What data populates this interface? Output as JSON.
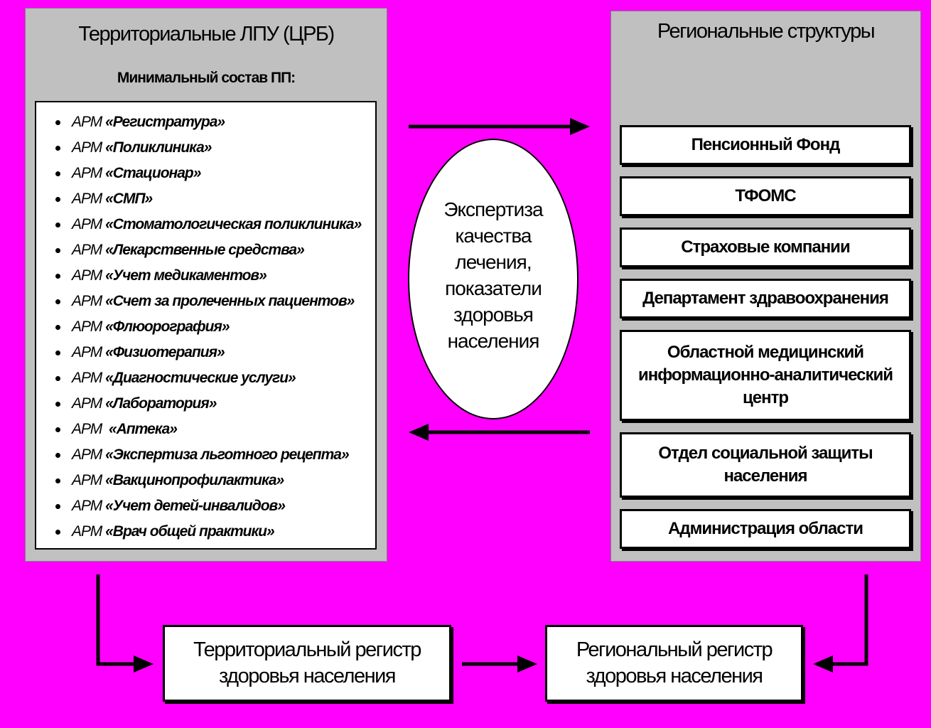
{
  "left_panel": {
    "title": "Территориальные ЛПУ (ЦРБ)",
    "subtitle": "Минимальный состав ПП:",
    "items": [
      {
        "prefix": "АРМ ",
        "name": "«Регистратура»"
      },
      {
        "prefix": "АРМ ",
        "name": "«Поликлиника»"
      },
      {
        "prefix": "АРМ ",
        "name": "«Стационар»"
      },
      {
        "prefix": "АРМ ",
        "name": "«СМП»"
      },
      {
        "prefix": "АРМ ",
        "name": "«Стоматологическая поликлиника»"
      },
      {
        "prefix": "АРМ ",
        "name": "«Лекарственные средства»"
      },
      {
        "prefix": "АРМ ",
        "name": "«Учет медикаментов»"
      },
      {
        "prefix": "АРМ ",
        "name": "«Счет за пролеченных пациентов»"
      },
      {
        "prefix": "АРМ ",
        "name": "«Флюорография»"
      },
      {
        "prefix": "АРМ ",
        "name": "«Физиотерапия»"
      },
      {
        "prefix": "АРМ ",
        "name": "«Диагностические услуги»"
      },
      {
        "prefix": "АРМ ",
        "name": "«Лаборатория»"
      },
      {
        "prefix": "АРМ  ",
        "name": "«Аптека»"
      },
      {
        "prefix": "АРМ ",
        "name": "«Экспертиза льготного рецепта»"
      },
      {
        "prefix": "АРМ ",
        "name": "«Вакцинопрофилактика»"
      },
      {
        "prefix": "АРМ ",
        "name": "«Учет детей-инвалидов»"
      },
      {
        "prefix": "АРМ ",
        "name": "«Врач общей практики»"
      }
    ]
  },
  "right_panel": {
    "title": "Региональные структуры",
    "boxes": [
      "Пенсионный Фонд",
      "ТФОМС",
      "Страховые компании",
      "Департамент здравоохранения",
      "Областной медицинский информационно-аналитический центр",
      "Отдел социальной защиты населения",
      "Администрация области"
    ]
  },
  "center": {
    "ellipse_text": "Экспертиза качества лечения, показатели здоровья населения"
  },
  "bottom": {
    "territorial_register": "Территориальный регистр здоровья населения",
    "regional_register": "Региональный регистр здоровья населения"
  },
  "colors": {
    "background": "#ff00ff",
    "panel": "#c0c0c0",
    "box": "#ffffff",
    "lines": "#000000"
  }
}
